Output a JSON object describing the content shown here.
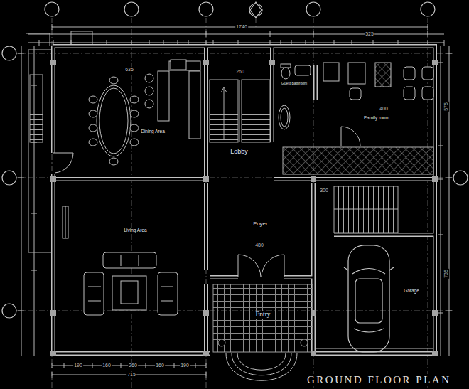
{
  "diagram": {
    "title": "GROUND FLOOR PLAN",
    "nodes": [
      {
        "text": [
          "Dining Area"
        ]
      },
      {
        "text": [
          "Guest Bathroom"
        ]
      },
      {
        "text": [
          "Family room"
        ]
      },
      {
        "text": [
          "Lobby"
        ]
      },
      {
        "text": [
          "Living Area"
        ]
      },
      {
        "text": [
          "Foyer"
        ]
      },
      {
        "text": [
          "Garage"
        ]
      },
      {
        "text": [
          "Entry"
        ]
      }
    ],
    "labels": [
      "1740",
      "525",
      "635",
      "260",
      "400",
      "300",
      "480",
      "715",
      "190",
      "160",
      "260",
      "160",
      "190",
      "575",
      "735"
    ]
  }
}
